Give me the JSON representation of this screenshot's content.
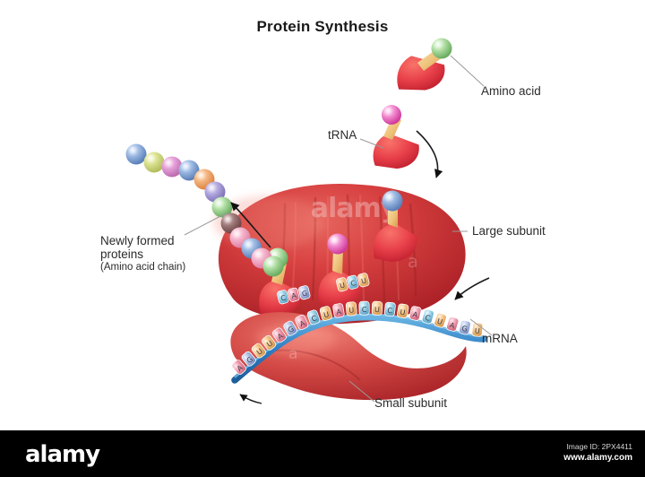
{
  "title": "Protein Synthesis",
  "labels": {
    "amino_acid": "Amino acid",
    "trna": "tRNA",
    "large_subunit": "Large subunit",
    "mrna": "mRNA",
    "small_subunit": "Small subunit",
    "newly_formed_line1": "Newly formed",
    "newly_formed_line2": "proteins",
    "newly_formed_line3": "(Amino acid chain)"
  },
  "diagram": {
    "type": "biology-illustration",
    "subject": "ribosome translating mRNA into a polypeptide chain",
    "ribosome": {
      "large_subunit_color": "#d23b3b",
      "small_subunit_color": "#cf4545",
      "watermark_text": "alamy"
    },
    "mrna": {
      "backbone_color": "#2f7fc4",
      "sequence": [
        "A",
        "G",
        "U",
        "U",
        "A",
        "G",
        "A",
        "C",
        "U",
        "A",
        "U",
        "C",
        "U",
        "C",
        "U",
        "A",
        "C",
        "U",
        "A",
        "G",
        "U"
      ],
      "base_colors": {
        "A": "#f4a6b8",
        "U": "#f6c98d",
        "G": "#b9c7e8",
        "C": "#9fd5ea"
      }
    },
    "trna_in_ribosome": [
      {
        "site": "E-site",
        "amino_acid_color": "#9ad68f",
        "anticodon": [
          "C",
          "A",
          "G"
        ]
      },
      {
        "site": "P-site",
        "amino_acid_color": "#f07fd0",
        "anticodon": [
          "U",
          "C",
          "U"
        ]
      },
      {
        "site": "A-site",
        "amino_acid_color": "#7fa3d8",
        "anticodon": [
          "",
          "",
          ""
        ]
      }
    ],
    "free_trna": [
      {
        "name": "amino-acid-carrier-top",
        "sphere_color": "#9ad68f",
        "body_color": "#e8404a"
      },
      {
        "name": "incoming-trna",
        "sphere_color": "#ef74b8",
        "body_color": "#e8404a"
      }
    ],
    "peptide_chain_colors": [
      "#7a9fd4",
      "#d9e07a",
      "#e2a0d6",
      "#8fa9dd",
      "#f0a05a",
      "#9f96d4",
      "#a7d99b",
      "#8a6a6a",
      "#f3a8c6",
      "#7fa8d8",
      "#f0aac8",
      "#b8d98f"
    ],
    "arrows": [
      {
        "name": "arrow-to-chain",
        "direction": "up-left"
      },
      {
        "name": "arrow-trna-entering",
        "direction": "down-right"
      },
      {
        "name": "arrow-to-mrna",
        "direction": "down-left"
      },
      {
        "name": "arrow-mrna-exit",
        "direction": "left"
      }
    ]
  },
  "watermark": {
    "logo": "alamy",
    "image_id": "Image ID: 2PX4411",
    "url": "www.alamy.com"
  }
}
